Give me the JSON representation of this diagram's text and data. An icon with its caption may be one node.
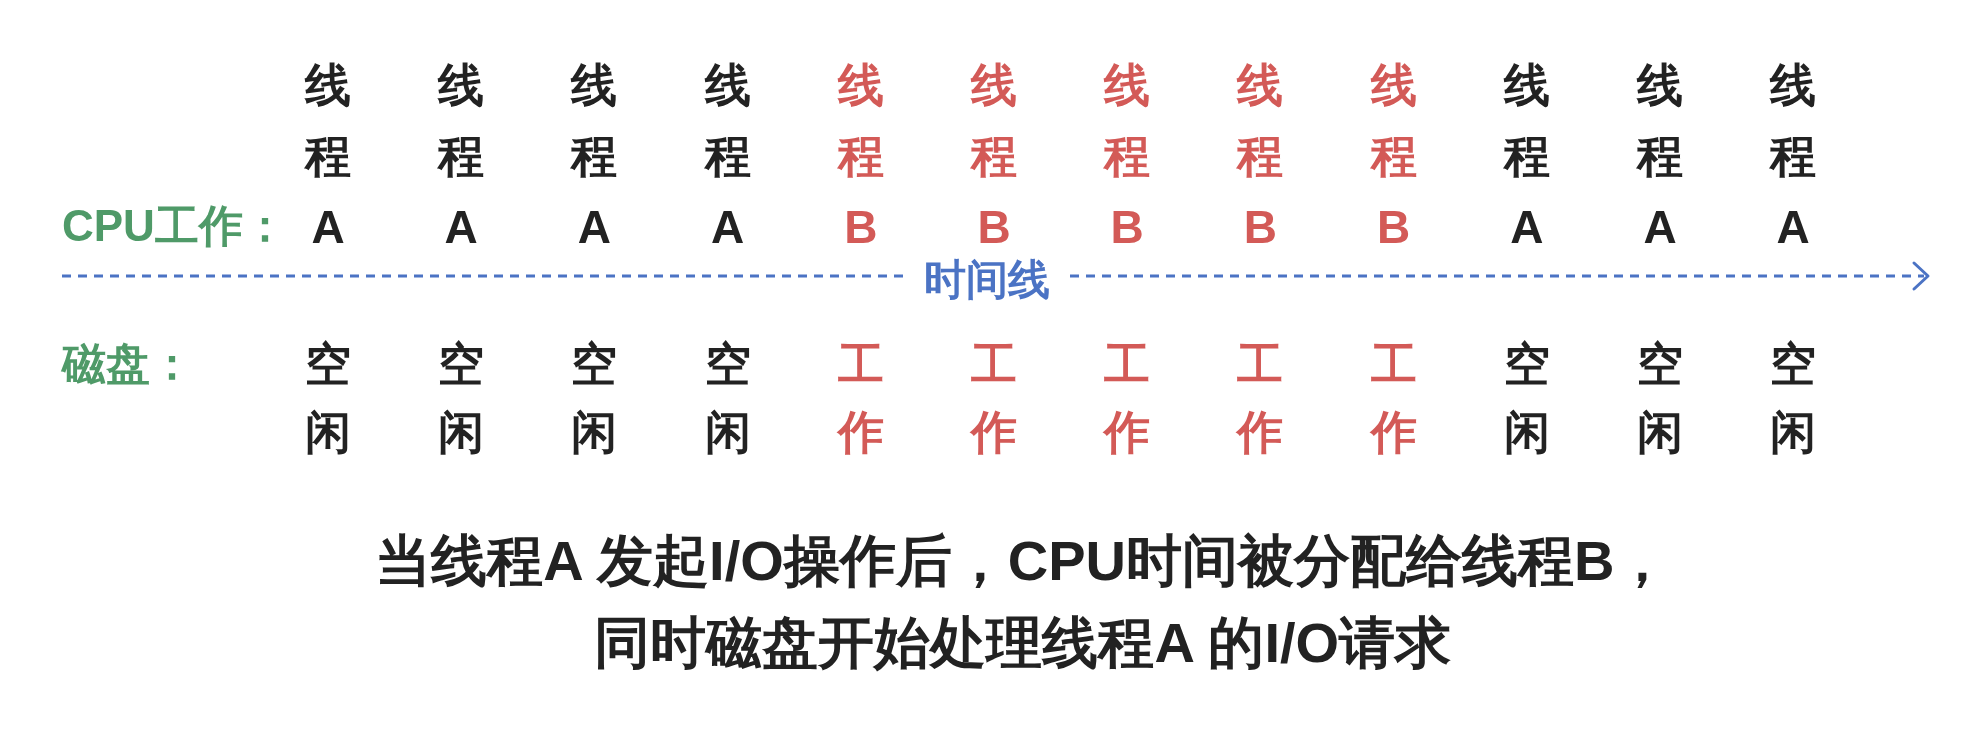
{
  "diagram": {
    "caption": "当线程A 发起I/O操作后，CPU时间被分配给线程B，同时磁盘开始处理线程A 的I/O请求",
    "labels": [
      "CPU工作：",
      "线程A",
      "线程A",
      "线程A",
      "线程A",
      "线程B",
      "线程B",
      "线程B",
      "线程B",
      "线程B",
      "线程A",
      "线程A",
      "线程A",
      "时间线",
      "磁盘：",
      "空闲",
      "空闲",
      "空闲",
      "空闲",
      "工作",
      "工作",
      "工作",
      "工作",
      "工作",
      "空闲",
      "空闲",
      "空闲"
    ]
  }
}
